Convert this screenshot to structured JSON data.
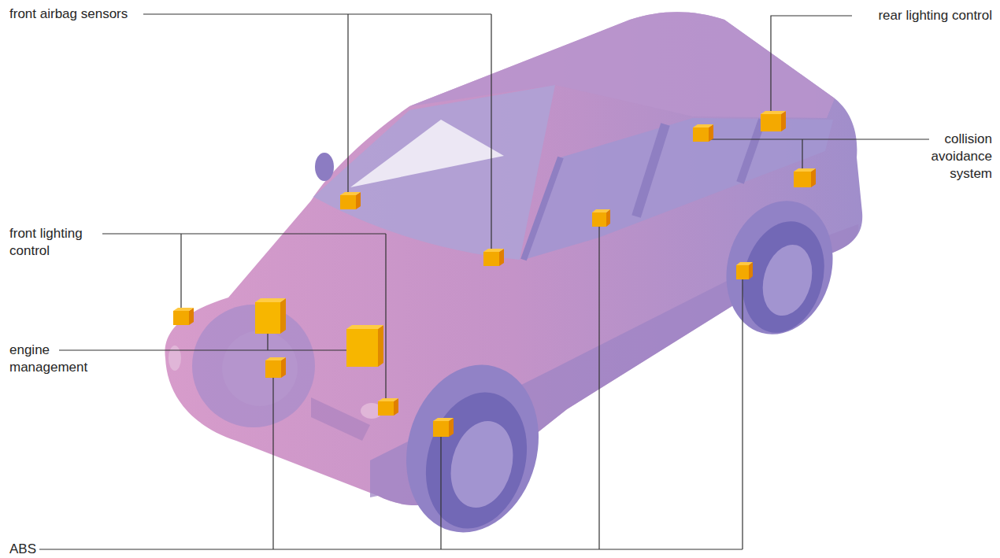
{
  "diagram": {
    "labels": [
      "front airbag sensors",
      "rear lighting control",
      "collision avoidance system",
      "front lighting control",
      "engine management",
      "ABS"
    ]
  }
}
